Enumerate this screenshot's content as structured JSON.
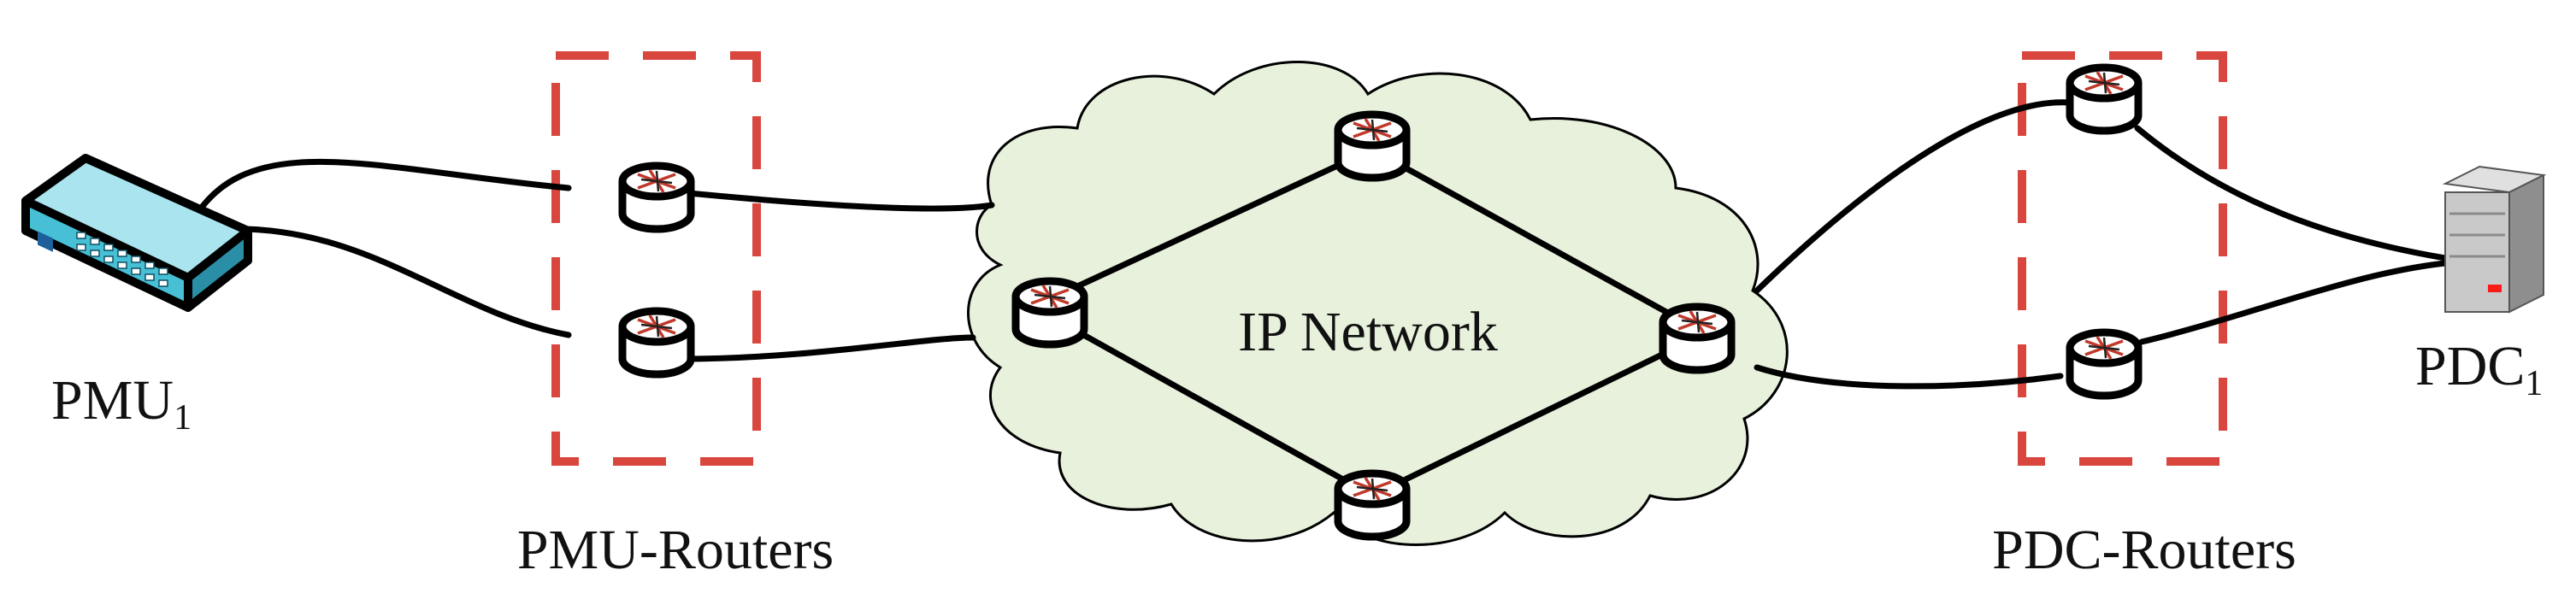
{
  "diagram": {
    "cloud_label": "IP Network",
    "pmu_label": {
      "name": "PMU",
      "subscript": "1"
    },
    "pdc_label": {
      "name": "PDC",
      "subscript": "1"
    },
    "pmu_group_label": "PMU-Routers",
    "pdc_group_label": "PDC-Routers"
  },
  "colors": {
    "cloud_fill": "#e7f1dc",
    "group_border": "#d9463e",
    "device_accent": "#47c0d6",
    "router_body": "#ffffff",
    "router_arrows": "#c0392b"
  },
  "icons": {
    "pmu_device": "network-switch-icon",
    "pdc_device": "server-tower-icon",
    "router": "router-icon"
  }
}
